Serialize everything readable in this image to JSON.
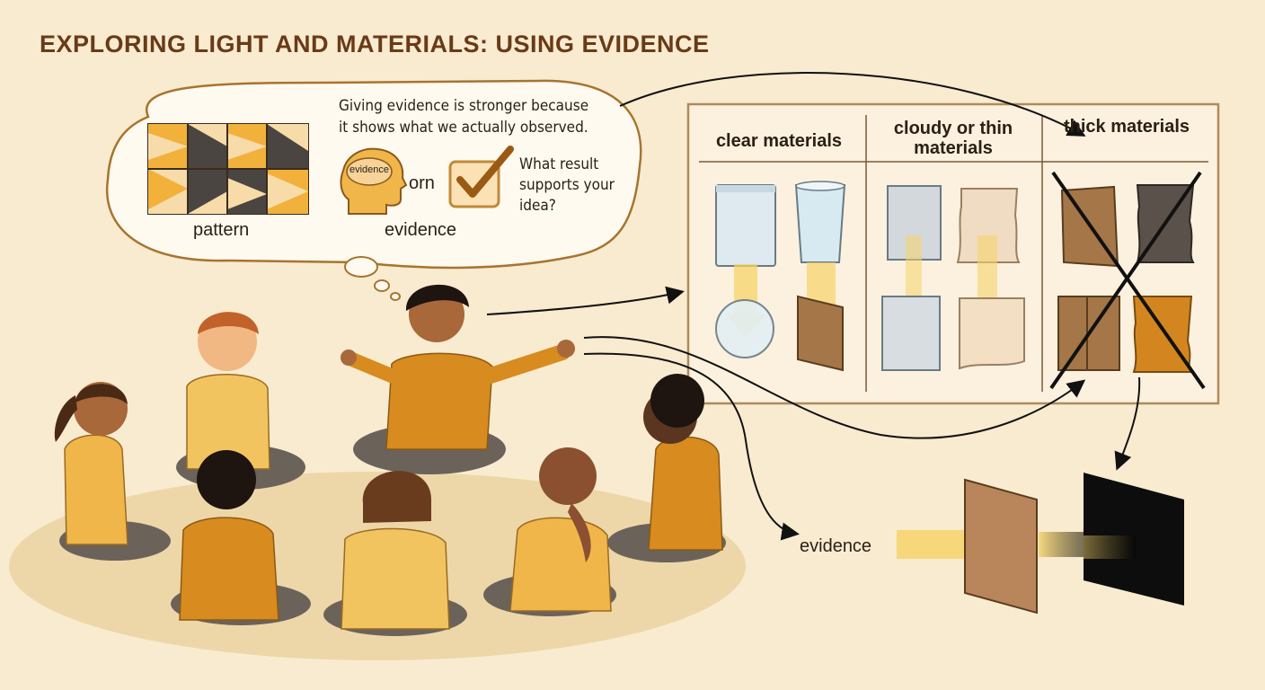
{
  "title": "EXPLORING LIGHT AND MATERIALS: USING EVIDENCE",
  "thought_bubble": {
    "statement": "Giving evidence is stronger because it shows what we actually observed.",
    "pattern_label": "pattern",
    "evidence_label": "evidence",
    "head_tag": "evidence",
    "connector": "orn",
    "question": "What result supports your idea?"
  },
  "chart": {
    "columns": [
      {
        "heading": "clear materials"
      },
      {
        "heading": "cloudy or thin materials"
      },
      {
        "heading": "thick materials"
      }
    ]
  },
  "bottom_label": "evidence",
  "colors": {
    "background": "#f8ebd0",
    "title": "#6a3a17",
    "shirt_light": "#f0b64a",
    "shirt_dark": "#d88b1e",
    "light_beam": "#f6d36a"
  }
}
